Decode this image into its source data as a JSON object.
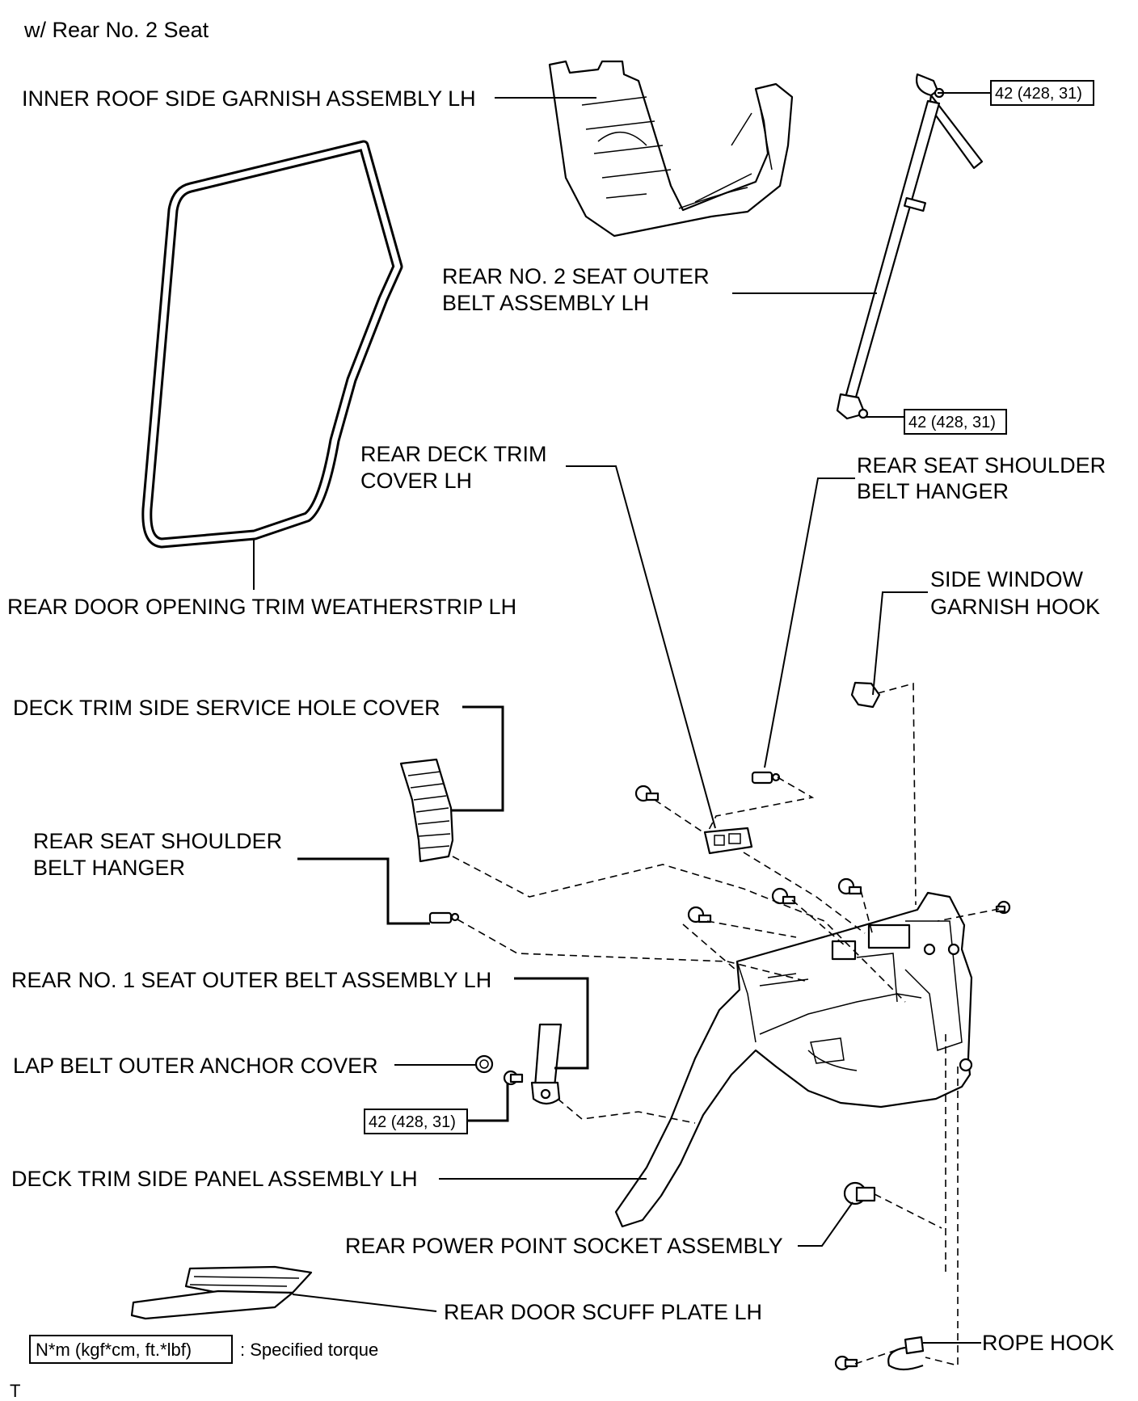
{
  "header": {
    "variant": "w/ Rear No. 2 Seat"
  },
  "labels": {
    "inner_roof_garnish": "INNER ROOF SIDE GARNISH ASSEMBLY LH",
    "rear_no2_belt_1": "REAR NO. 2 SEAT OUTER",
    "rear_no2_belt_2": "BELT ASSEMBLY LH",
    "deck_trim_cover_1": "REAR DECK TRIM",
    "deck_trim_cover_2": "COVER LH",
    "shoulder_hanger_right_1": "REAR SEAT SHOULDER",
    "shoulder_hanger_right_2": "BELT HANGER",
    "side_window_hook_1": "SIDE WINDOW",
    "side_window_hook_2": "GARNISH HOOK",
    "weatherstrip": "REAR DOOR OPENING TRIM WEATHERSTRIP LH",
    "service_hole_cover": "DECK TRIM SIDE SERVICE HOLE COVER",
    "shoulder_hanger_left_1": "REAR SEAT SHOULDER",
    "shoulder_hanger_left_2": "BELT HANGER",
    "rear_no1_belt": "REAR NO. 1 SEAT OUTER BELT ASSEMBLY LH",
    "lap_belt_cover": "LAP BELT OUTER ANCHOR COVER",
    "deck_trim_panel": "DECK TRIM SIDE PANEL ASSEMBLY LH",
    "power_socket": "REAR POWER POINT SOCKET ASSEMBLY",
    "scuff_plate": "REAR DOOR SCUFF PLATE LH",
    "rope_hook": "ROPE HOOK"
  },
  "torque": {
    "upper_anchor": "42 (428, 31)",
    "lower_anchor": "42 (428, 31)",
    "rear_no1_anchor": "42 (428, 31)"
  },
  "legend": {
    "unit": "N*m (kgf*cm, ft.*lbf)",
    "description": ": Specified torque"
  },
  "footer": {
    "code": "T"
  }
}
